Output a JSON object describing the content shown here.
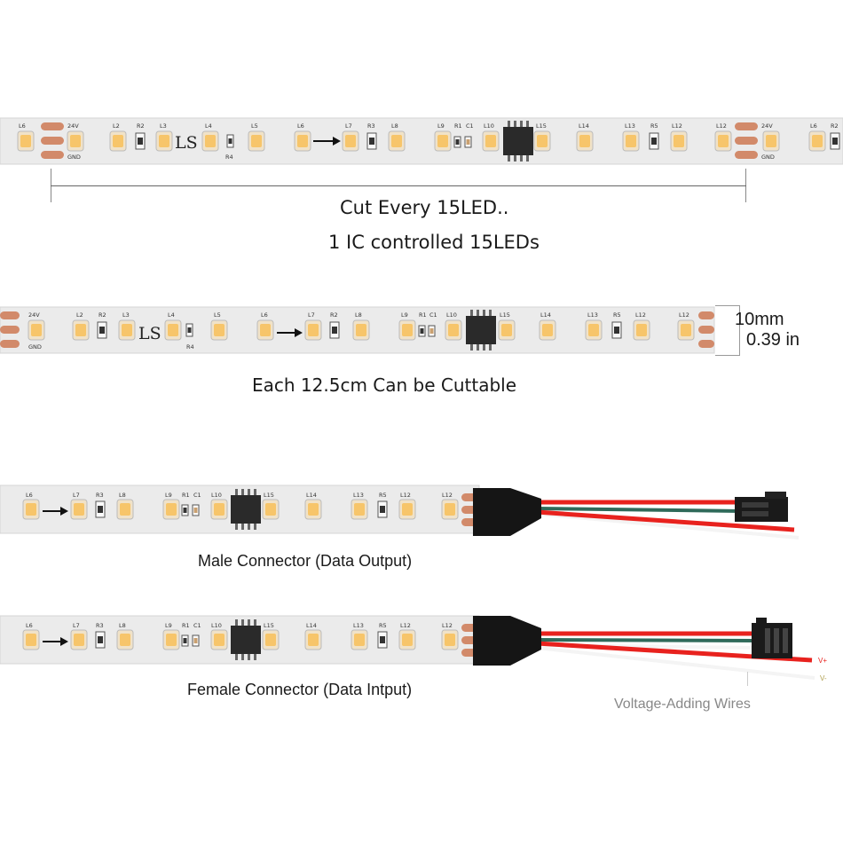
{
  "colors": {
    "led_body": "#f0e2c8",
    "led_lens": "#f7c56a",
    "copper": "#d28a6a",
    "strip": "#ebebeb",
    "red_wire": "#e8221e",
    "green_wire": "#2f6a5a",
    "white_wire": "#f4f4f4",
    "connector": "#151515"
  },
  "strip_marks": {
    "voltage": "24V",
    "ground": "GND",
    "brand": "LS",
    "l6": "L6",
    "l2": "L2",
    "l3": "L3",
    "l4": "L4",
    "l5": "L5",
    "l7": "L7",
    "l8": "L8",
    "l9": "L9",
    "l10": "L10",
    "l12": "L12",
    "l13": "L13",
    "l14": "L14",
    "l15": "L15",
    "r1": "R1",
    "r2": "R2",
    "r3": "R3",
    "r4": "R4",
    "r5": "R5",
    "c1": "C1"
  },
  "captions": {
    "cut_every": "Cut Every 15LED..",
    "ic_controlled": "1 IC controlled 15LEDs",
    "width_mm": "10mm",
    "width_in": "0.39 in",
    "cuttable": "Each 12.5cm Can be Cuttable",
    "male_connector": "Male Connector (Data Output)",
    "female_connector": "Female Connector (Data Intput)",
    "voltage_wires": "Voltage-Adding Wires",
    "v_plus": "V+",
    "v_minus": "V-"
  }
}
